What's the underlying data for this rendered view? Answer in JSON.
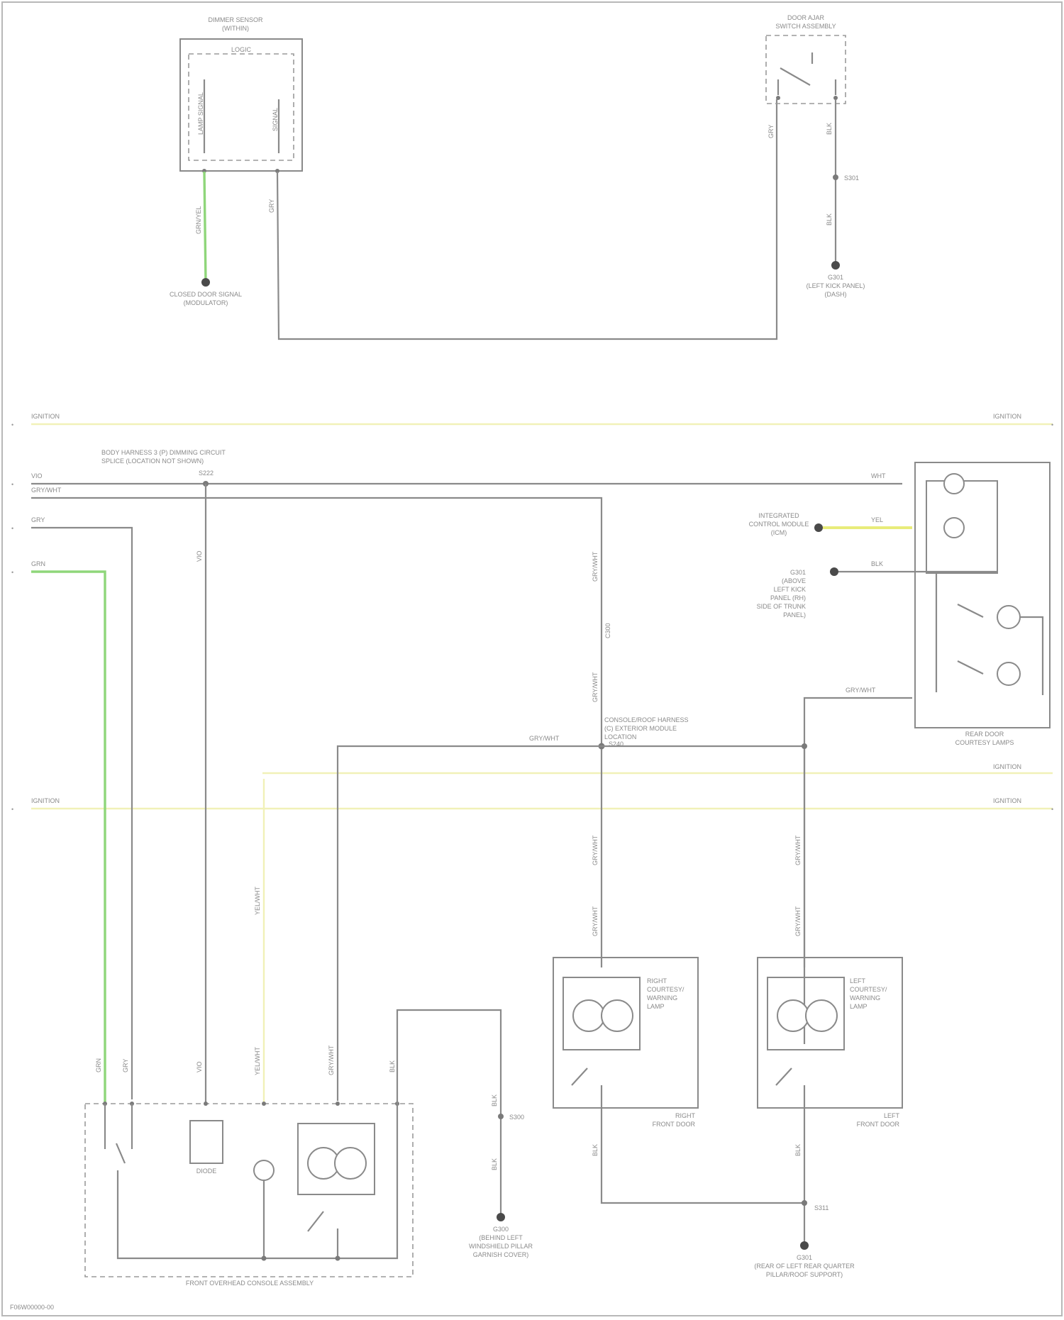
{
  "diagram": {
    "footer_id": "F06W00000-00",
    "top": {
      "sensor_title": [
        "DIMMER SENSOR",
        "(WITHIN)"
      ],
      "sensor_inner": "LOGIC",
      "sensor_pin_a": "LAMP SIGNAL",
      "sensor_pin_b": "SIGNAL",
      "sensor_wire_a": "GRN/YEL",
      "sensor_wire_b": "GRY",
      "sensor_dest": [
        "CLOSED DOOR SIGNAL",
        "(MODULATOR)"
      ],
      "switch_title": [
        "DOOR AJAR",
        "SWITCH ASSEMBLY"
      ],
      "switch_wire_a": "GRY",
      "switch_wire_b": "BLK",
      "switch_splice": "S301",
      "switch_wire_c": "BLK",
      "switch_ground": [
        "G301",
        "(LEFT KICK PANEL)",
        "(DASH)"
      ]
    },
    "bus": {
      "upper_left": "IGNITION",
      "upper_right": "IGNITION",
      "lower_left": "IGNITION",
      "lower_right": "IGNITION",
      "mid_right": "IGNITION"
    },
    "left_feeds": {
      "wire_1_color": "VIO",
      "wire_1_tag": "GRY/WHT",
      "wire_2": "GRY",
      "wire_3": "GRN",
      "splice_label": [
        "BODY HARNESS 3 (P) DIMMING CIRCUIT",
        "SPLICE (LOCATION NOT SHOWN)"
      ],
      "splice_id": "S222"
    },
    "right_module": {
      "wire_a": "WHT",
      "wire_b": "YEL",
      "wire_c": "BLK",
      "yel_dest": [
        "INTEGRATED",
        "CONTROL MODULE",
        "(ICM)"
      ],
      "blk_dest": [
        "G301",
        "(ABOVE",
        "LEFT KICK",
        "PANEL (RH)",
        "SIDE OF TRUNK",
        "PANEL)"
      ],
      "wire_d": "GRY/WHT",
      "title": [
        "REAR DOOR",
        "COURTESY LAMPS"
      ]
    },
    "center_splice": {
      "label": [
        "CONSOLE/ROOF HARNESS",
        "(C) EXTERIOR MODULE",
        "LOCATION"
      ],
      "id": "S240",
      "wire_left": "GRY/WHT",
      "wire_top": "GRY/WHT",
      "wire_top2": "GRY/WHT",
      "connector": "C300"
    },
    "lamps": {
      "right_title": [
        "RIGHT",
        "COURTESY/",
        "WARNING",
        "LAMP"
      ],
      "right_sub": [
        "RIGHT",
        "FRONT DOOR"
      ],
      "right_wire_top": "GRY/WHT",
      "right_wire_mid": "GRY/WHT",
      "right_wire_bottom": "BLK",
      "left_title": [
        "LEFT",
        "COURTESY/",
        "WARNING",
        "LAMP"
      ],
      "left_sub": [
        "LEFT",
        "FRONT DOOR"
      ],
      "left_wire_top": "GRY/WHT",
      "left_wire_mid": "GRY/WHT",
      "left_wire_bottom": "BLK",
      "splice_bottom": "S311",
      "ground_bottom": [
        "G301",
        "(REAR OF LEFT REAR QUARTER",
        "PILLAR/ROOF SUPPORT)"
      ]
    },
    "overhead": {
      "title": "FRONT OVERHEAD CONSOLE ASSEMBLY",
      "pin_wires": [
        "GRN",
        "GRY",
        "VIO",
        "YEL/WHT",
        "GRY/WHT",
        "BLK"
      ],
      "diode_label": "DIODE",
      "wire_mid_label": "YEL/WHT",
      "ground_wire_a": "BLK",
      "ground_wire_b": "BLK",
      "ground_splice": "S300",
      "ground": [
        "G300",
        "(BEHIND LEFT",
        "WINDSHIELD PILLAR",
        "GARNISH COVER)"
      ]
    }
  }
}
